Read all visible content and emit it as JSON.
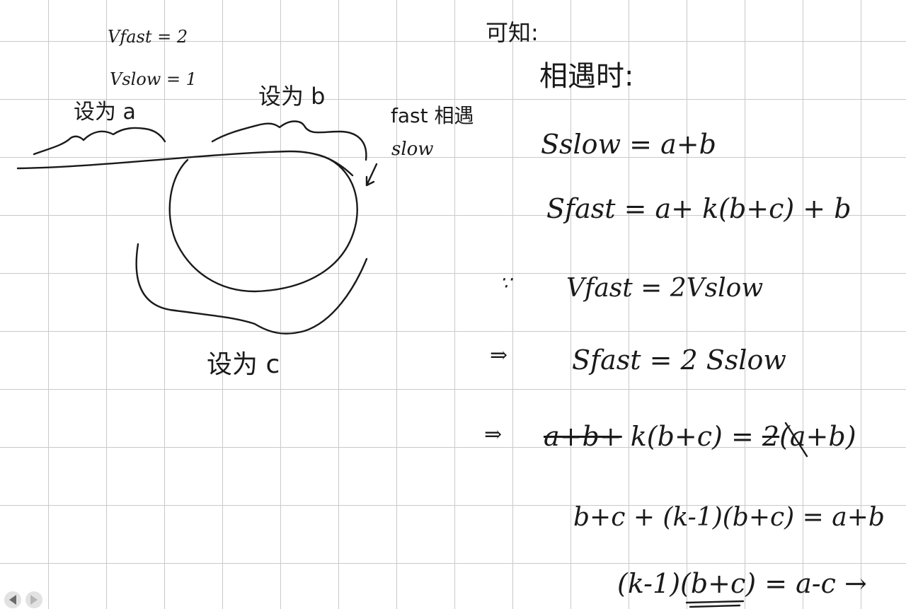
{
  "left_notes": {
    "v_fast": "Vfast = 2",
    "v_slow": "Vslow = 1",
    "label_a": "设为 a",
    "label_b": "设为 b",
    "meet_fast": "fast 相遇",
    "meet_slow": "slow",
    "label_c": "设为 c"
  },
  "right_notes": {
    "known": "可知:",
    "at_meeting": "相遇时:",
    "s_slow": "Sslow = a+b",
    "s_fast": "Sfast = a+ k(b+c) + b",
    "because": "∵",
    "v_relation": "Vfast = 2Vslow",
    "implies_1": "⇒",
    "s_relation": "Sfast = 2 Sslow",
    "implies_2": "⇒",
    "eq_struck": "a+b+",
    "eq_rest": " k(b+c) = ",
    "eq_struck_2": "2",
    "eq_end": "(a+b)",
    "eq_next": "b+c + (k-1)(b+c) = a+b",
    "eq_final": "(k-1)(b+c) = a-c →"
  },
  "pager": {
    "prev_icon": "arrow-left-icon",
    "next_icon": "arrow-right-icon"
  }
}
